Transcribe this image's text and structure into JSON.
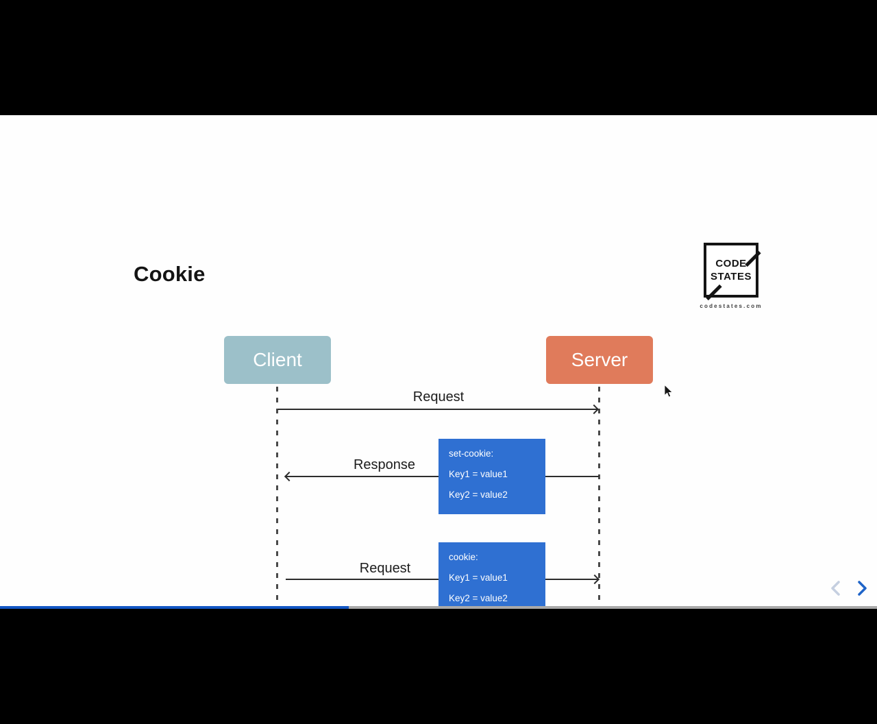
{
  "slide": {
    "title": "Cookie",
    "logo": {
      "line1": "CODE",
      "line2": "STATES",
      "caption": "codestates.com"
    },
    "actors": {
      "client": "Client",
      "server": "Server"
    },
    "messages": {
      "request1": "Request",
      "response": "Response",
      "request2": "Request"
    },
    "notes": {
      "set_cookie": {
        "title": "set-cookie:",
        "line1": "Key1 = value1",
        "line2": "Key2 = value2"
      },
      "cookie": {
        "title": "cookie:",
        "line1": "Key1 = value1",
        "line2": "Key2 = value2"
      }
    },
    "colors": {
      "client_box": "#9cc0c9",
      "server_box": "#e07b5b",
      "note_box": "#2f70d2"
    }
  },
  "player": {
    "progress_percent": 40,
    "icons": {
      "prev_icon": "chevron-left",
      "next_icon": "chevron-right",
      "cursor_icon": "mouse-pointer"
    },
    "colors": {
      "progress_fill": "#1256c4",
      "progress_track": "#a9a9a9",
      "prev_chevron": "#c5cfe0",
      "next_chevron": "#1e64c8"
    }
  }
}
